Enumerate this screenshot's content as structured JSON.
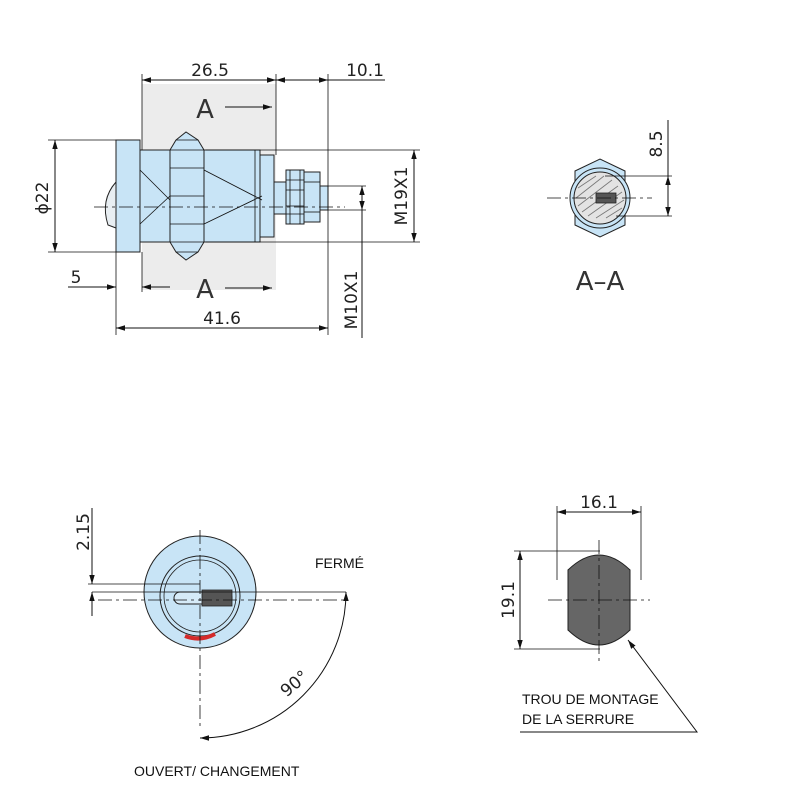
{
  "side_view": {
    "dim_top_left": "26.5",
    "dim_top_right": "10.1",
    "dim_diameter": "ϕ22",
    "dim_thread_big": "M19X1",
    "dim_thread_small": "M10X1",
    "dim_offset": "5",
    "dim_total": "41.6",
    "section_mark_top": "A",
    "section_mark_bottom": "A"
  },
  "section_view": {
    "dim_height": "8.5",
    "title": "A–A"
  },
  "front_view": {
    "dim_offset": "2.15",
    "label_closed": "FERMÉ",
    "angle": "90°",
    "label_open": "OUVERT/ CHANGEMENT"
  },
  "hole_view": {
    "dim_width": "16.1",
    "dim_height": "19.1",
    "label_line1": "TROU DE MONTAGE",
    "label_line2": "DE LA SERRURE"
  },
  "colors": {
    "body": "#c8e4f6",
    "hole": "#666666",
    "mark": "#d42a2a"
  }
}
